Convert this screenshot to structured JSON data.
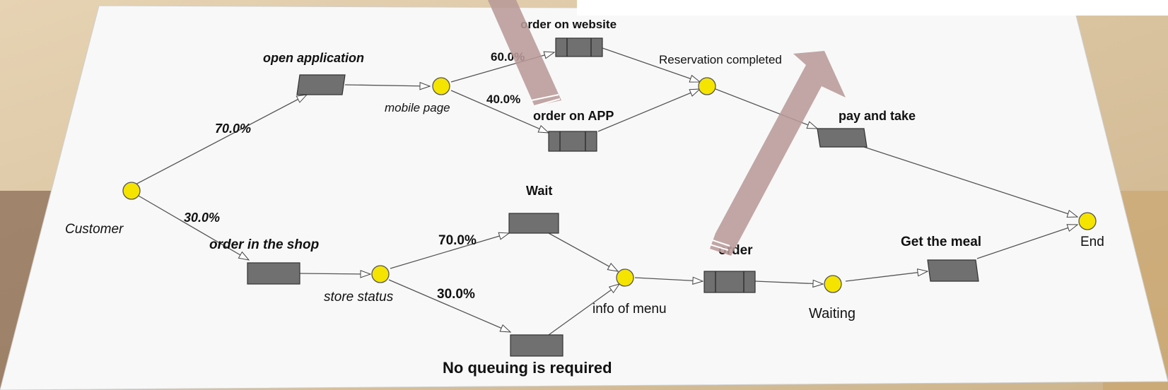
{
  "diagram": {
    "places": {
      "start": "Customer",
      "mobile": "mobile page",
      "reserve": "Reservation completed",
      "store": "store status",
      "menu": "info of menu",
      "waiting": "Waiting",
      "end": "End"
    },
    "transitions": {
      "open_app": "open application",
      "web": "order on website",
      "app": "order on APP",
      "pay": "pay and take",
      "shop": "order in the shop",
      "wait": "Wait",
      "noqueue": "No queuing is required",
      "order": "order",
      "meal": "Get the meal"
    },
    "probabilities": {
      "p_app": "70.0%",
      "p_shop": "30.0%",
      "p_web": "60.0%",
      "p_app_order": "40.0%",
      "p_wait": "70.0%",
      "p_noqueue": "30.0%"
    },
    "colors": {
      "place_fill": "#f5e400",
      "transition_fill": "#707070",
      "arrow_overlay": "#b89a98",
      "panel": "#f8f8f8",
      "backdrop": "#d9c3a0"
    }
  }
}
